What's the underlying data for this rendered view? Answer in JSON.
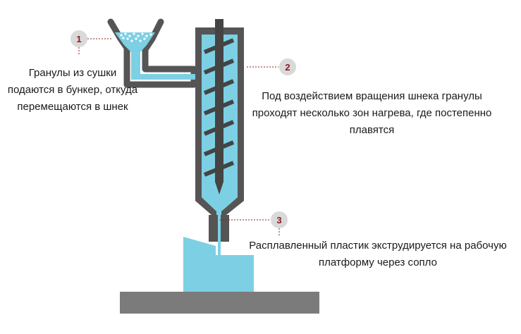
{
  "steps": [
    {
      "number": "1",
      "text": "Гранулы из сушки подаются в бункер, откуда перемещаются в шнек"
    },
    {
      "number": "2",
      "text": "Под воздействием вращения шнека гранулы проходят несколько зон нагрева, где постепенно плавятся"
    },
    {
      "number": "3",
      "text": "Расплавленный пластик экструдируется на рабочую платформу через сопло"
    }
  ],
  "colors": {
    "body_outline": "#555555",
    "melt": "#7dd0e3",
    "screw": "#444444",
    "badge_fill": "#d9d9d9",
    "badge_text": "#8b1c22",
    "leader_dots": "#8b1c22",
    "platform": "#7b7b7b"
  }
}
